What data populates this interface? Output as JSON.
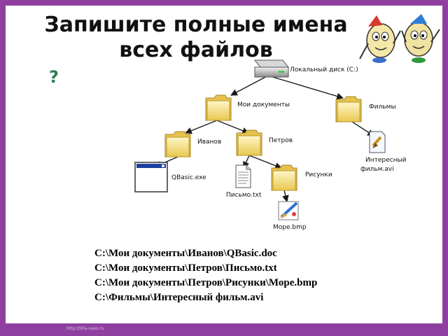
{
  "slide": {
    "title_line1": "Запишите полные имена",
    "title_line2": "всех файлов",
    "question_mark": "?",
    "watermark": "http://tilla-vaso.ru"
  },
  "tree": {
    "drive": "Локальный диск (C:)",
    "folders": {
      "my_documents": "Мои документы",
      "films": "Фильмы",
      "ivanov": "Иванов",
      "petrov": "Петров",
      "pictures": "Рисунки"
    },
    "files": {
      "qbasic": "QBasic.exe",
      "letter": "Письмо.txt",
      "sea": "Море.bmp",
      "movie_line1": "Интересный",
      "movie_line2": "фильм.avi"
    }
  },
  "answers": [
    "C:\\Мои документы\\Иванов\\QBasic.doc",
    "C:\\Мои документы\\Петров\\Письмо.txt",
    "C:\\Мои документы\\Петров\\Рисунки\\Море.bmp",
    "C:\\Фильмы\\Интересный фильм.avi"
  ]
}
